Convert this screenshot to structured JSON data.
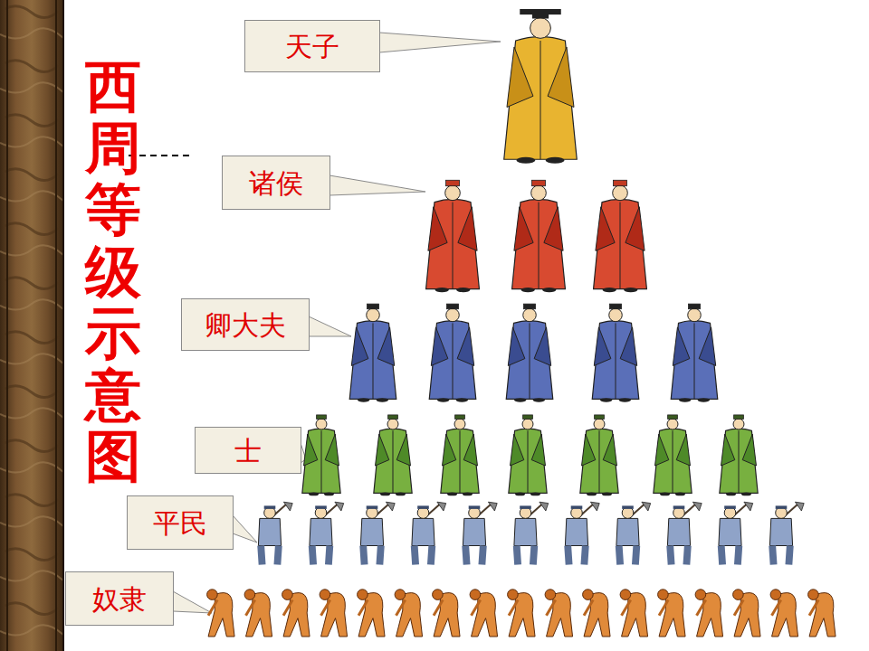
{
  "diagram": {
    "title": "西周等级示意图",
    "nodes": [
      {
        "text": [
          "天子"
        ]
      },
      {
        "text": [
          "诸侯"
        ]
      },
      {
        "text": [
          "卿大夫"
        ]
      },
      {
        "text": [
          "士"
        ]
      },
      {
        "text": [
          "平民"
        ]
      },
      {
        "text": [
          "奴隶"
        ]
      }
    ]
  }
}
